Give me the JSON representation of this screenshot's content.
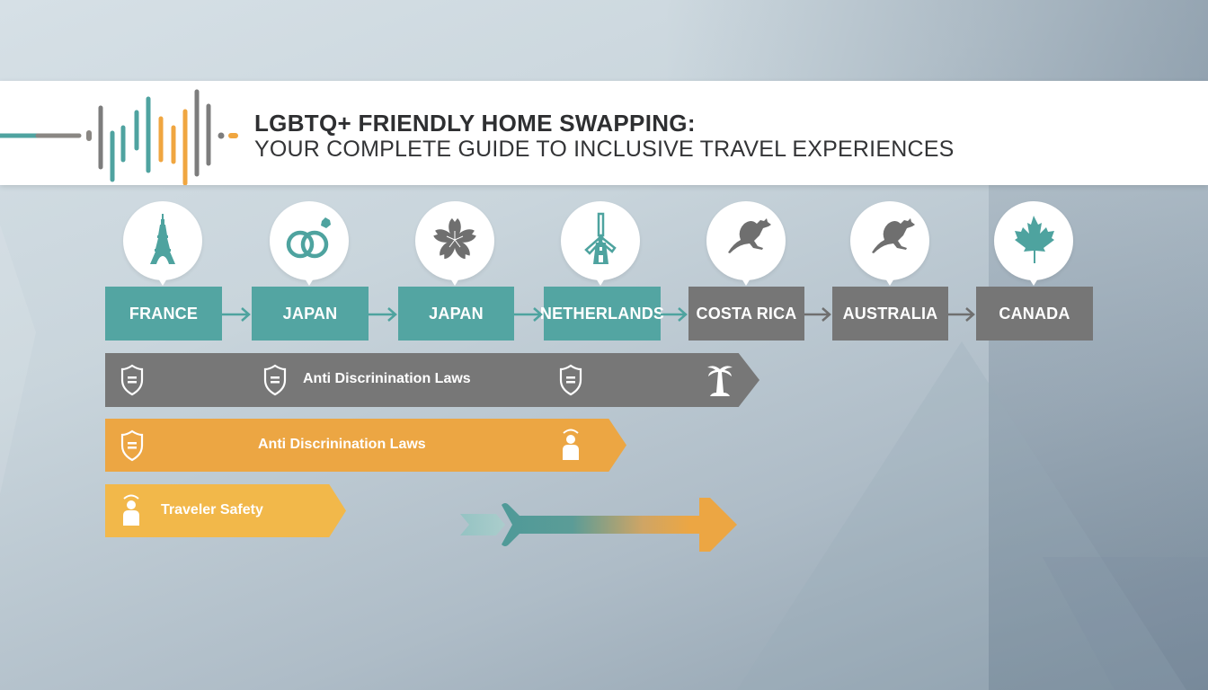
{
  "header": {
    "title": "LGBTQ+ FRIENDLY HOME SWAPPING:",
    "subtitle": "YOUR COMPLETE GUIDE TO INCLUSIVE TRAVEL EXPERIENCES",
    "logo_icon": "sound-wave-icon"
  },
  "colors": {
    "teal": "#53a5a2",
    "gray": "#767676",
    "orange": "#eca643",
    "yellow": "#f2b84a",
    "title_text": "#2e2f31",
    "banner_bg": "#ffffff"
  },
  "timeline": {
    "countries": [
      {
        "label": "FRANCE",
        "icon": "eiffel-tower-icon",
        "color": "teal"
      },
      {
        "label": "JAPAN",
        "icon": "wedding-rings-icon",
        "color": "teal"
      },
      {
        "label": "JAPAN",
        "icon": "cherry-blossom-icon",
        "color": "teal"
      },
      {
        "label": "NETHERLANDS",
        "icon": "windmill-icon",
        "color": "teal"
      },
      {
        "label": "COSTA RICA",
        "icon": "kangaroo-icon",
        "color": "gray"
      },
      {
        "label": "AUSTRALIA",
        "icon": "kangaroo-icon",
        "color": "gray"
      },
      {
        "label": "CANADA",
        "icon": "maple-leaf-icon",
        "color": "teal"
      }
    ]
  },
  "bars": [
    {
      "label": "Anti Discrinination Laws",
      "color": "gray",
      "icons": [
        "shield-icon",
        "shield-icon",
        "shield-icon",
        "palm-tree-icon"
      ]
    },
    {
      "label": "Anti Discrinination Laws",
      "color": "orange",
      "icons": [
        "shield-icon",
        "traveler-icon"
      ]
    },
    {
      "label": "Traveler Safety",
      "color": "yellow",
      "icons": [
        "traveler-icon"
      ]
    }
  ],
  "decor": {
    "gradient_arrow": "progress-arrow-icon"
  }
}
